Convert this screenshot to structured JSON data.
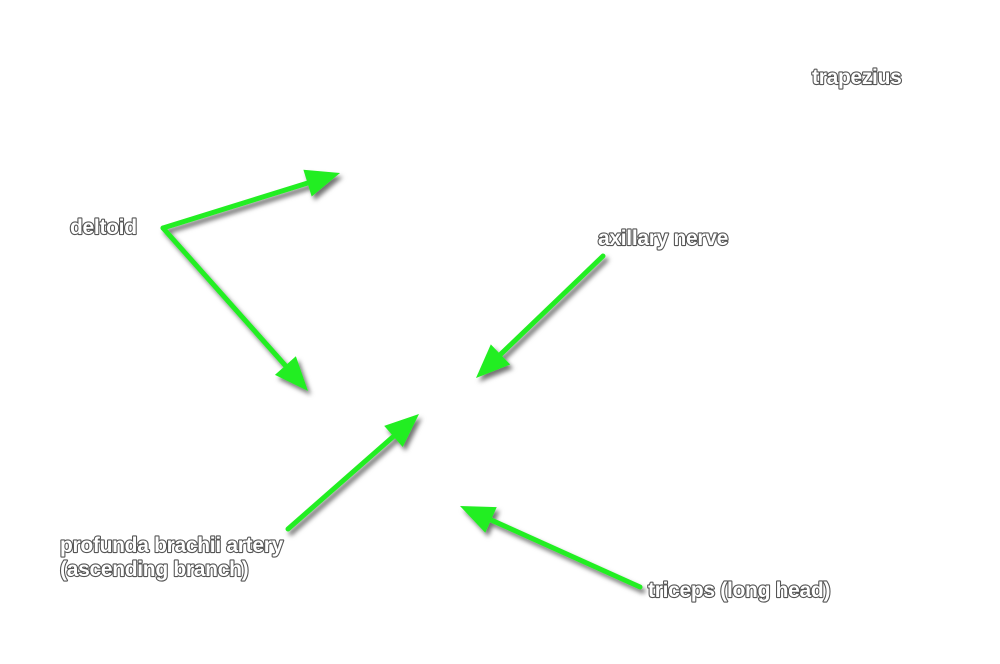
{
  "colors": {
    "background": "#ffffff",
    "arrow": "#22ee22",
    "label_fill": "#ffffff",
    "label_outline": "#555555"
  },
  "labels": {
    "trapezius": "trapezius",
    "deltoid": "deltoid",
    "axillary_nerve": "axillary nerve",
    "profunda_line1": "profunda brachii artery",
    "profunda_line2": "(ascending branch)",
    "triceps": "triceps (long head)"
  },
  "arrows": [
    {
      "name": "deltoid-upper-arrow",
      "from": "deltoid"
    },
    {
      "name": "deltoid-lower-arrow",
      "from": "deltoid"
    },
    {
      "name": "axillary-nerve-arrow",
      "from": "axillary nerve"
    },
    {
      "name": "profunda-brachii-arrow",
      "from": "profunda brachii artery"
    },
    {
      "name": "triceps-arrow",
      "from": "triceps (long head)"
    }
  ]
}
